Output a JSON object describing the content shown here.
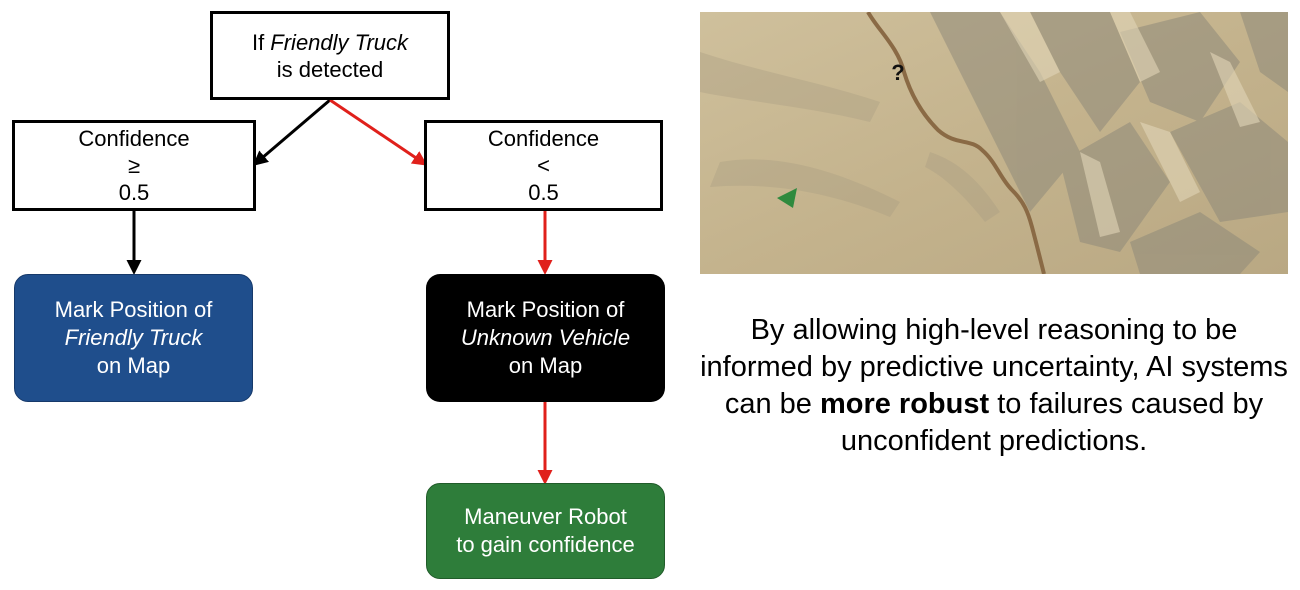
{
  "diagram": {
    "root": {
      "prefix": "If ",
      "subject": "Friendly Truck",
      "suffix": "is detected"
    },
    "left_condition": {
      "line1": "Confidence",
      "line2": "≥",
      "line3": "0.5"
    },
    "right_condition": {
      "line1": "Confidence",
      "line2": "<",
      "line3": "0.5"
    },
    "left_action": {
      "line1": "Mark Position of",
      "subject": "Friendly Truck",
      "line3": "on Map"
    },
    "right_action": {
      "line1": "Mark Position of",
      "subject": "Unknown Vehicle",
      "line3": "on Map"
    },
    "final_action": {
      "line1": "Maneuver Robot",
      "line2": "to gain confidence"
    },
    "colors": {
      "black_path": "#000000",
      "red_path": "#e0201b",
      "left_action_fill": "#1f4e8c",
      "right_action_fill": "#000000",
      "final_action_fill": "#2e7d3a"
    }
  },
  "map": {
    "marker_label": "?",
    "colors": {
      "terrain": "#c9b994",
      "road": "#8a6a45",
      "vehicle_marker": "#2f8a3e"
    }
  },
  "caption": {
    "before": "By allowing high-level reasoning to be informed by predictive uncertainty, AI systems can be ",
    "bold": "more robust",
    "after": " to failures caused by unconfident predictions."
  }
}
